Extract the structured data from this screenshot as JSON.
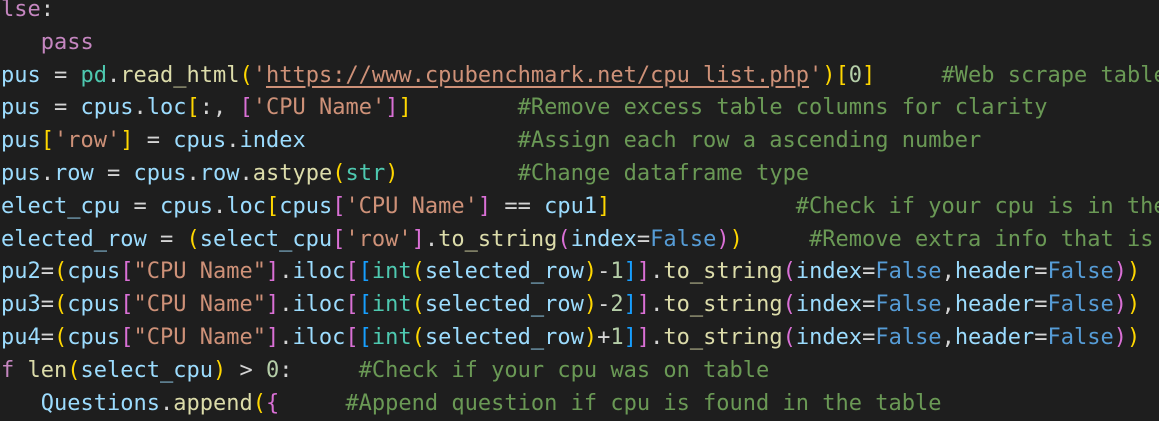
{
  "editor": {
    "theme_colors": {
      "background": "#1e1e1e",
      "keyword": "#c586c0",
      "variable": "#9cdcfe",
      "function": "#dcdcaa",
      "string": "#ce9178",
      "comment": "#6a9955"
    },
    "lines": [
      {
        "tokens": [
          {
            "t": "lse",
            "c": "k"
          },
          {
            "t": ":",
            "c": "p"
          }
        ]
      },
      {
        "tokens": [
          {
            "t": "   ",
            "c": "p"
          },
          {
            "t": "pass",
            "c": "k"
          }
        ]
      },
      {
        "tokens": [
          {
            "t": "pus",
            "c": "v"
          },
          {
            "t": " = ",
            "c": "p"
          },
          {
            "t": "pd",
            "c": "t"
          },
          {
            "t": ".",
            "c": "p"
          },
          {
            "t": "read_html",
            "c": "f"
          },
          {
            "t": "(",
            "c": "g"
          },
          {
            "t": "'",
            "c": "s"
          },
          {
            "t": "https://www.cpubenchmark.net/cpu_list.php",
            "c": "url"
          },
          {
            "t": "'",
            "c": "s"
          },
          {
            "t": ")",
            "c": "g"
          },
          {
            "t": "[",
            "c": "g"
          },
          {
            "t": "0",
            "c": "n"
          },
          {
            "t": "]",
            "c": "g"
          },
          {
            "t": "     ",
            "c": "p"
          },
          {
            "t": "#Web scrape table",
            "c": "c"
          }
        ]
      },
      {
        "tokens": [
          {
            "t": "pus",
            "c": "v"
          },
          {
            "t": " = ",
            "c": "p"
          },
          {
            "t": "cpus",
            "c": "v"
          },
          {
            "t": ".",
            "c": "p"
          },
          {
            "t": "loc",
            "c": "v"
          },
          {
            "t": "[",
            "c": "g"
          },
          {
            "t": ":, ",
            "c": "p"
          },
          {
            "t": "[",
            "c": "m"
          },
          {
            "t": "'CPU Name'",
            "c": "s"
          },
          {
            "t": "]",
            "c": "m"
          },
          {
            "t": "]",
            "c": "g"
          },
          {
            "t": "        ",
            "c": "p"
          },
          {
            "t": "#Remove excess table columns for clarity",
            "c": "c"
          }
        ]
      },
      {
        "tokens": [
          {
            "t": "pus",
            "c": "v"
          },
          {
            "t": "[",
            "c": "g"
          },
          {
            "t": "'row'",
            "c": "s"
          },
          {
            "t": "]",
            "c": "g"
          },
          {
            "t": " = ",
            "c": "p"
          },
          {
            "t": "cpus",
            "c": "v"
          },
          {
            "t": ".",
            "c": "p"
          },
          {
            "t": "index",
            "c": "v"
          },
          {
            "t": "                ",
            "c": "p"
          },
          {
            "t": "#Assign each row a ascending number",
            "c": "c"
          }
        ]
      },
      {
        "tokens": [
          {
            "t": "pus",
            "c": "v"
          },
          {
            "t": ".",
            "c": "p"
          },
          {
            "t": "row",
            "c": "v"
          },
          {
            "t": " = ",
            "c": "p"
          },
          {
            "t": "cpus",
            "c": "v"
          },
          {
            "t": ".",
            "c": "p"
          },
          {
            "t": "row",
            "c": "v"
          },
          {
            "t": ".",
            "c": "p"
          },
          {
            "t": "astype",
            "c": "f"
          },
          {
            "t": "(",
            "c": "g"
          },
          {
            "t": "str",
            "c": "t"
          },
          {
            "t": ")",
            "c": "g"
          },
          {
            "t": "         ",
            "c": "p"
          },
          {
            "t": "#Change dataframe type",
            "c": "c"
          }
        ]
      },
      {
        "tokens": [
          {
            "t": "elect_cpu",
            "c": "v"
          },
          {
            "t": " = ",
            "c": "p"
          },
          {
            "t": "cpus",
            "c": "v"
          },
          {
            "t": ".",
            "c": "p"
          },
          {
            "t": "loc",
            "c": "v"
          },
          {
            "t": "[",
            "c": "g"
          },
          {
            "t": "cpus",
            "c": "v"
          },
          {
            "t": "[",
            "c": "m"
          },
          {
            "t": "'CPU Name'",
            "c": "s"
          },
          {
            "t": "]",
            "c": "m"
          },
          {
            "t": " == ",
            "c": "p"
          },
          {
            "t": "cpu1",
            "c": "v"
          },
          {
            "t": "]",
            "c": "g"
          },
          {
            "t": "              ",
            "c": "p"
          },
          {
            "t": "#Check if your cpu is in the",
            "c": "c"
          }
        ]
      },
      {
        "tokens": [
          {
            "t": "elected_row",
            "c": "v"
          },
          {
            "t": " = ",
            "c": "p"
          },
          {
            "t": "(",
            "c": "g"
          },
          {
            "t": "select_cpu",
            "c": "v"
          },
          {
            "t": "[",
            "c": "m"
          },
          {
            "t": "'row'",
            "c": "s"
          },
          {
            "t": "]",
            "c": "m"
          },
          {
            "t": ".",
            "c": "p"
          },
          {
            "t": "to_string",
            "c": "f"
          },
          {
            "t": "(",
            "c": "m"
          },
          {
            "t": "index",
            "c": "v"
          },
          {
            "t": "=",
            "c": "p"
          },
          {
            "t": "False",
            "c": "b"
          },
          {
            "t": ")",
            "c": "m"
          },
          {
            "t": ")",
            "c": "g"
          },
          {
            "t": "     ",
            "c": "p"
          },
          {
            "t": "#Remove extra info that is",
            "c": "c"
          }
        ]
      },
      {
        "tokens": [
          {
            "t": "pu2",
            "c": "v"
          },
          {
            "t": "=",
            "c": "p"
          },
          {
            "t": "(",
            "c": "g"
          },
          {
            "t": "cpus",
            "c": "v"
          },
          {
            "t": "[",
            "c": "m"
          },
          {
            "t": "\"CPU Name\"",
            "c": "s"
          },
          {
            "t": "]",
            "c": "m"
          },
          {
            "t": ".",
            "c": "p"
          },
          {
            "t": "iloc",
            "c": "v"
          },
          {
            "t": "[",
            "c": "m"
          },
          {
            "t": "[",
            "c": "u"
          },
          {
            "t": "int",
            "c": "t"
          },
          {
            "t": "(",
            "c": "g"
          },
          {
            "t": "selected_row",
            "c": "v"
          },
          {
            "t": ")",
            "c": "g"
          },
          {
            "t": "-",
            "c": "p"
          },
          {
            "t": "1",
            "c": "n"
          },
          {
            "t": "]",
            "c": "u"
          },
          {
            "t": "]",
            "c": "m"
          },
          {
            "t": ".",
            "c": "p"
          },
          {
            "t": "to_string",
            "c": "f"
          },
          {
            "t": "(",
            "c": "m"
          },
          {
            "t": "index",
            "c": "v"
          },
          {
            "t": "=",
            "c": "p"
          },
          {
            "t": "False",
            "c": "b"
          },
          {
            "t": ",",
            "c": "p"
          },
          {
            "t": "header",
            "c": "v"
          },
          {
            "t": "=",
            "c": "p"
          },
          {
            "t": "False",
            "c": "b"
          },
          {
            "t": ")",
            "c": "m"
          },
          {
            "t": ")",
            "c": "g"
          }
        ]
      },
      {
        "tokens": [
          {
            "t": "pu3",
            "c": "v"
          },
          {
            "t": "=",
            "c": "p"
          },
          {
            "t": "(",
            "c": "g"
          },
          {
            "t": "cpus",
            "c": "v"
          },
          {
            "t": "[",
            "c": "m"
          },
          {
            "t": "\"CPU Name\"",
            "c": "s"
          },
          {
            "t": "]",
            "c": "m"
          },
          {
            "t": ".",
            "c": "p"
          },
          {
            "t": "iloc",
            "c": "v"
          },
          {
            "t": "[",
            "c": "m"
          },
          {
            "t": "[",
            "c": "u"
          },
          {
            "t": "int",
            "c": "t"
          },
          {
            "t": "(",
            "c": "g"
          },
          {
            "t": "selected_row",
            "c": "v"
          },
          {
            "t": ")",
            "c": "g"
          },
          {
            "t": "-",
            "c": "p"
          },
          {
            "t": "2",
            "c": "n"
          },
          {
            "t": "]",
            "c": "u"
          },
          {
            "t": "]",
            "c": "m"
          },
          {
            "t": ".",
            "c": "p"
          },
          {
            "t": "to_string",
            "c": "f"
          },
          {
            "t": "(",
            "c": "m"
          },
          {
            "t": "index",
            "c": "v"
          },
          {
            "t": "=",
            "c": "p"
          },
          {
            "t": "False",
            "c": "b"
          },
          {
            "t": ",",
            "c": "p"
          },
          {
            "t": "header",
            "c": "v"
          },
          {
            "t": "=",
            "c": "p"
          },
          {
            "t": "False",
            "c": "b"
          },
          {
            "t": ")",
            "c": "m"
          },
          {
            "t": ")",
            "c": "g"
          }
        ]
      },
      {
        "tokens": [
          {
            "t": "pu4",
            "c": "v"
          },
          {
            "t": "=",
            "c": "p"
          },
          {
            "t": "(",
            "c": "g"
          },
          {
            "t": "cpus",
            "c": "v"
          },
          {
            "t": "[",
            "c": "m"
          },
          {
            "t": "\"CPU Name\"",
            "c": "s"
          },
          {
            "t": "]",
            "c": "m"
          },
          {
            "t": ".",
            "c": "p"
          },
          {
            "t": "iloc",
            "c": "v"
          },
          {
            "t": "[",
            "c": "m"
          },
          {
            "t": "[",
            "c": "u"
          },
          {
            "t": "int",
            "c": "t"
          },
          {
            "t": "(",
            "c": "g"
          },
          {
            "t": "selected_row",
            "c": "v"
          },
          {
            "t": ")",
            "c": "g"
          },
          {
            "t": "+",
            "c": "p"
          },
          {
            "t": "1",
            "c": "n"
          },
          {
            "t": "]",
            "c": "u"
          },
          {
            "t": "]",
            "c": "m"
          },
          {
            "t": ".",
            "c": "p"
          },
          {
            "t": "to_string",
            "c": "f"
          },
          {
            "t": "(",
            "c": "m"
          },
          {
            "t": "index",
            "c": "v"
          },
          {
            "t": "=",
            "c": "p"
          },
          {
            "t": "False",
            "c": "b"
          },
          {
            "t": ",",
            "c": "p"
          },
          {
            "t": "header",
            "c": "v"
          },
          {
            "t": "=",
            "c": "p"
          },
          {
            "t": "False",
            "c": "b"
          },
          {
            "t": ")",
            "c": "m"
          },
          {
            "t": ")",
            "c": "g"
          }
        ]
      },
      {
        "tokens": [
          {
            "t": "f",
            "c": "k"
          },
          {
            "t": " ",
            "c": "p"
          },
          {
            "t": "len",
            "c": "f"
          },
          {
            "t": "(",
            "c": "g"
          },
          {
            "t": "select_cpu",
            "c": "v"
          },
          {
            "t": ")",
            "c": "g"
          },
          {
            "t": " > ",
            "c": "p"
          },
          {
            "t": "0",
            "c": "n"
          },
          {
            "t": ":",
            "c": "p"
          },
          {
            "t": "     ",
            "c": "p"
          },
          {
            "t": "#Check if your cpu was on table",
            "c": "c"
          }
        ]
      },
      {
        "tokens": [
          {
            "t": "   ",
            "c": "p"
          },
          {
            "t": "Questions",
            "c": "v"
          },
          {
            "t": ".",
            "c": "p"
          },
          {
            "t": "append",
            "c": "f"
          },
          {
            "t": "(",
            "c": "g"
          },
          {
            "t": "{",
            "c": "m"
          },
          {
            "t": "     ",
            "c": "p"
          },
          {
            "t": "#Append question if cpu is found in the table",
            "c": "c"
          }
        ]
      }
    ]
  }
}
